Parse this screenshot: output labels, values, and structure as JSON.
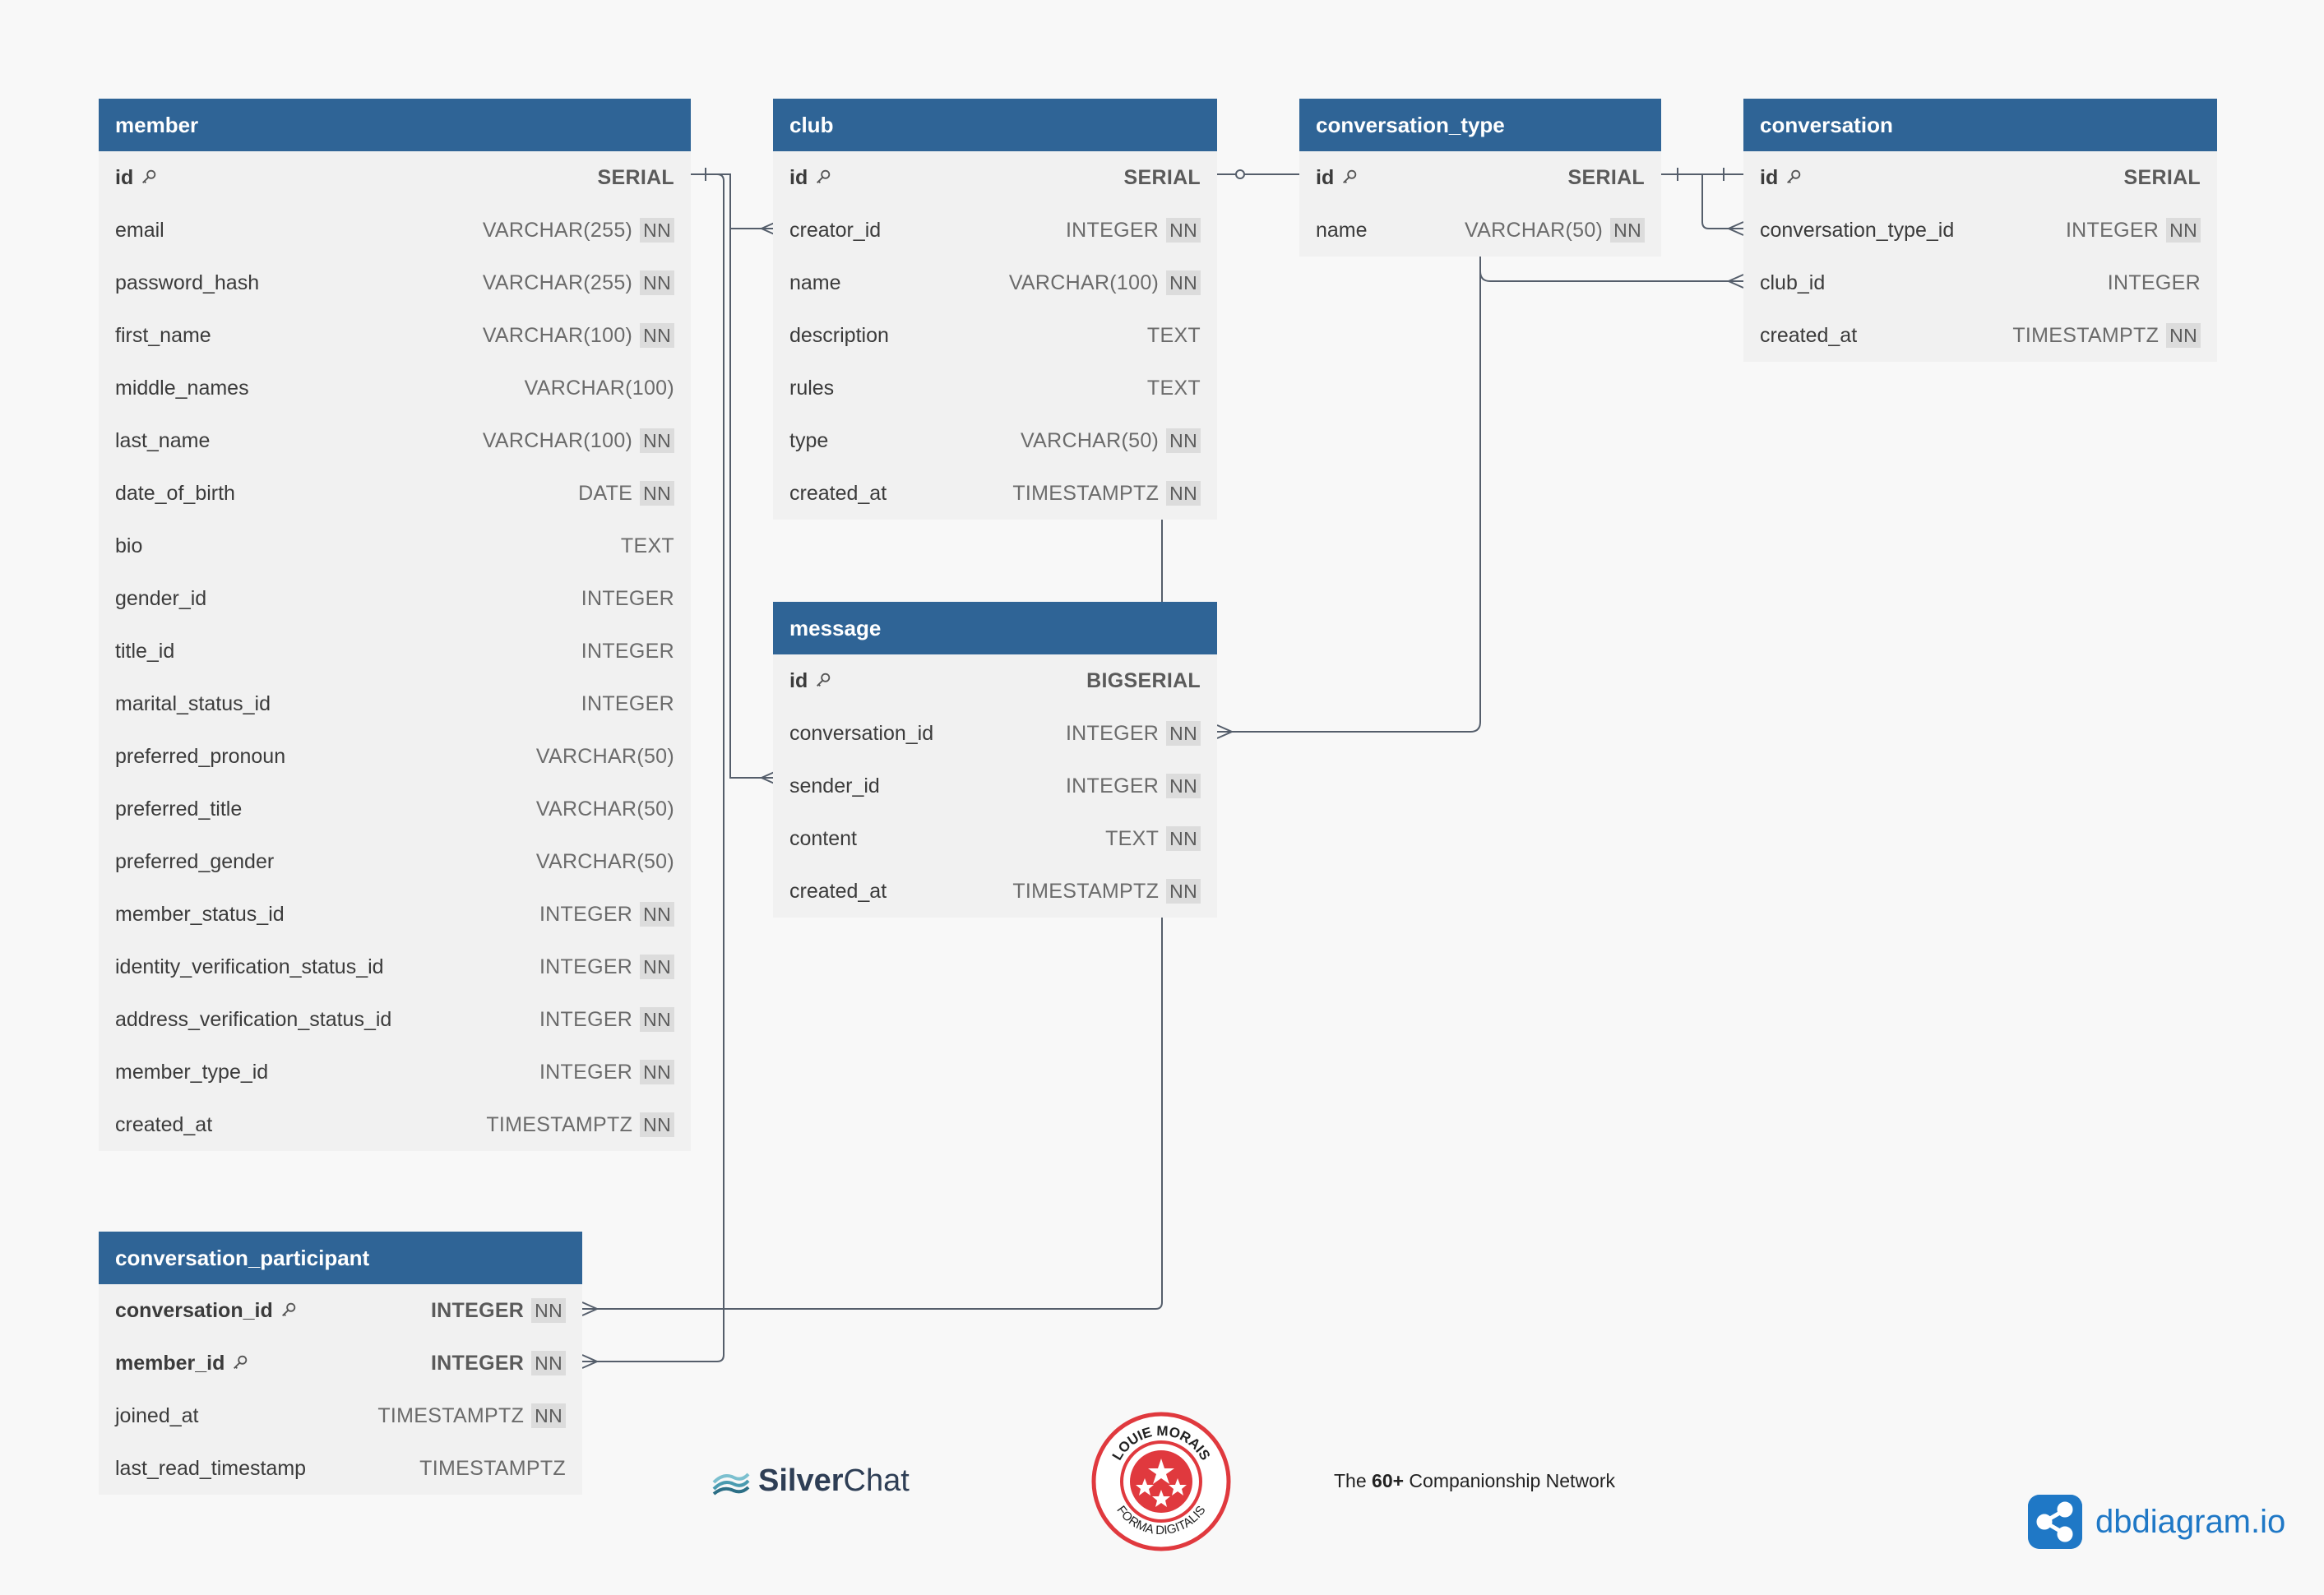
{
  "tables": [
    {
      "key": "member",
      "name": "member",
      "fields": [
        {
          "name": "id",
          "type": "SERIAL",
          "nn": false,
          "pk": true
        },
        {
          "name": "email",
          "type": "VARCHAR(255)",
          "nn": true
        },
        {
          "name": "password_hash",
          "type": "VARCHAR(255)",
          "nn": true
        },
        {
          "name": "first_name",
          "type": "VARCHAR(100)",
          "nn": true
        },
        {
          "name": "middle_names",
          "type": "VARCHAR(100)",
          "nn": false
        },
        {
          "name": "last_name",
          "type": "VARCHAR(100)",
          "nn": true
        },
        {
          "name": "date_of_birth",
          "type": "DATE",
          "nn": true
        },
        {
          "name": "bio",
          "type": "TEXT",
          "nn": false
        },
        {
          "name": "gender_id",
          "type": "INTEGER",
          "nn": false
        },
        {
          "name": "title_id",
          "type": "INTEGER",
          "nn": false
        },
        {
          "name": "marital_status_id",
          "type": "INTEGER",
          "nn": false
        },
        {
          "name": "preferred_pronoun",
          "type": "VARCHAR(50)",
          "nn": false
        },
        {
          "name": "preferred_title",
          "type": "VARCHAR(50)",
          "nn": false
        },
        {
          "name": "preferred_gender",
          "type": "VARCHAR(50)",
          "nn": false
        },
        {
          "name": "member_status_id",
          "type": "INTEGER",
          "nn": true
        },
        {
          "name": "identity_verification_status_id",
          "type": "INTEGER",
          "nn": true
        },
        {
          "name": "address_verification_status_id",
          "type": "INTEGER",
          "nn": true
        },
        {
          "name": "member_type_id",
          "type": "INTEGER",
          "nn": true
        },
        {
          "name": "created_at",
          "type": "TIMESTAMPTZ",
          "nn": true
        }
      ]
    },
    {
      "key": "club",
      "name": "club",
      "fields": [
        {
          "name": "id",
          "type": "SERIAL",
          "nn": false,
          "pk": true
        },
        {
          "name": "creator_id",
          "type": "INTEGER",
          "nn": true
        },
        {
          "name": "name",
          "type": "VARCHAR(100)",
          "nn": true
        },
        {
          "name": "description",
          "type": "TEXT",
          "nn": false
        },
        {
          "name": "rules",
          "type": "TEXT",
          "nn": false
        },
        {
          "name": "type",
          "type": "VARCHAR(50)",
          "nn": true
        },
        {
          "name": "created_at",
          "type": "TIMESTAMPTZ",
          "nn": true
        }
      ]
    },
    {
      "key": "conversation_type",
      "name": "conversation_type",
      "fields": [
        {
          "name": "id",
          "type": "SERIAL",
          "nn": false,
          "pk": true
        },
        {
          "name": "name",
          "type": "VARCHAR(50)",
          "nn": true
        }
      ]
    },
    {
      "key": "conversation",
      "name": "conversation",
      "fields": [
        {
          "name": "id",
          "type": "SERIAL",
          "nn": false,
          "pk": true
        },
        {
          "name": "conversation_type_id",
          "type": "INTEGER",
          "nn": true
        },
        {
          "name": "club_id",
          "type": "INTEGER",
          "nn": false
        },
        {
          "name": "created_at",
          "type": "TIMESTAMPTZ",
          "nn": true
        }
      ]
    },
    {
      "key": "message",
      "name": "message",
      "fields": [
        {
          "name": "id",
          "type": "BIGSERIAL",
          "nn": false,
          "pk": true
        },
        {
          "name": "conversation_id",
          "type": "INTEGER",
          "nn": true
        },
        {
          "name": "sender_id",
          "type": "INTEGER",
          "nn": true
        },
        {
          "name": "content",
          "type": "TEXT",
          "nn": true
        },
        {
          "name": "created_at",
          "type": "TIMESTAMPTZ",
          "nn": true
        }
      ]
    },
    {
      "key": "conversation_participant",
      "name": "conversation_participant",
      "fields": [
        {
          "name": "conversation_id",
          "type": "INTEGER",
          "nn": true,
          "pk": true
        },
        {
          "name": "member_id",
          "type": "INTEGER",
          "nn": true,
          "pk": true
        },
        {
          "name": "joined_at",
          "type": "TIMESTAMPTZ",
          "nn": true
        },
        {
          "name": "last_read_timestamp",
          "type": "TIMESTAMPTZ",
          "nn": false
        }
      ]
    }
  ],
  "nn_label": "NN",
  "footer": {
    "silver": "Silver",
    "chat": "Chat",
    "seal_top": "LOUIE MORAIS",
    "seal_bottom": "FORMA DIGITALIS",
    "tagline_prefix": "The ",
    "tagline_bold": "60+",
    "tagline_suffix": " Companionship Network",
    "dbdiagram": "dbdiagram.io"
  },
  "colors": {
    "header": "#2f6496",
    "body": "#f1f1f1",
    "line": "#555e6b",
    "dbdiagram": "#1f78c6",
    "seal": "#e0393e"
  }
}
